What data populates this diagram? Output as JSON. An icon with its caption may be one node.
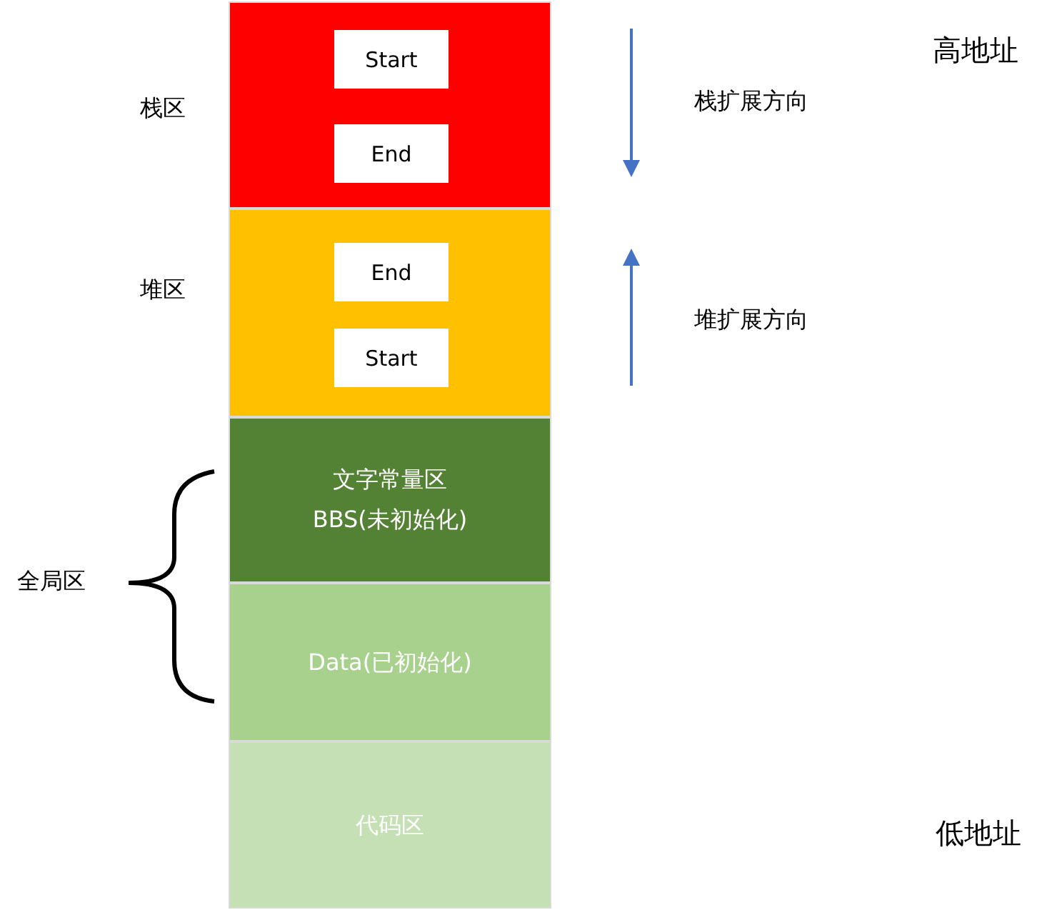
{
  "diagram": {
    "nodes": [
      {
        "text": [],
        "shape": "band",
        "beside": [
          "栈区"
        ]
      },
      {
        "text": [
          "Start"
        ],
        "in": 0
      },
      {
        "text": [
          "End"
        ],
        "in": 0
      },
      {
        "text": [],
        "shape": "band",
        "beside": [
          "堆区"
        ]
      },
      {
        "text": [
          "End"
        ],
        "in": 3
      },
      {
        "text": [
          "Start"
        ],
        "in": 3
      },
      {
        "text": [
          "文字常量区",
          "BBS(未初始化)"
        ]
      },
      {
        "text": [
          "Data(已初始化)"
        ]
      },
      {
        "text": [
          "代码区"
        ]
      }
    ],
    "edges": [],
    "labels": [
      "高地址",
      "栈扩展方向",
      "堆扩展方向",
      "全局区",
      "低地址"
    ]
  }
}
